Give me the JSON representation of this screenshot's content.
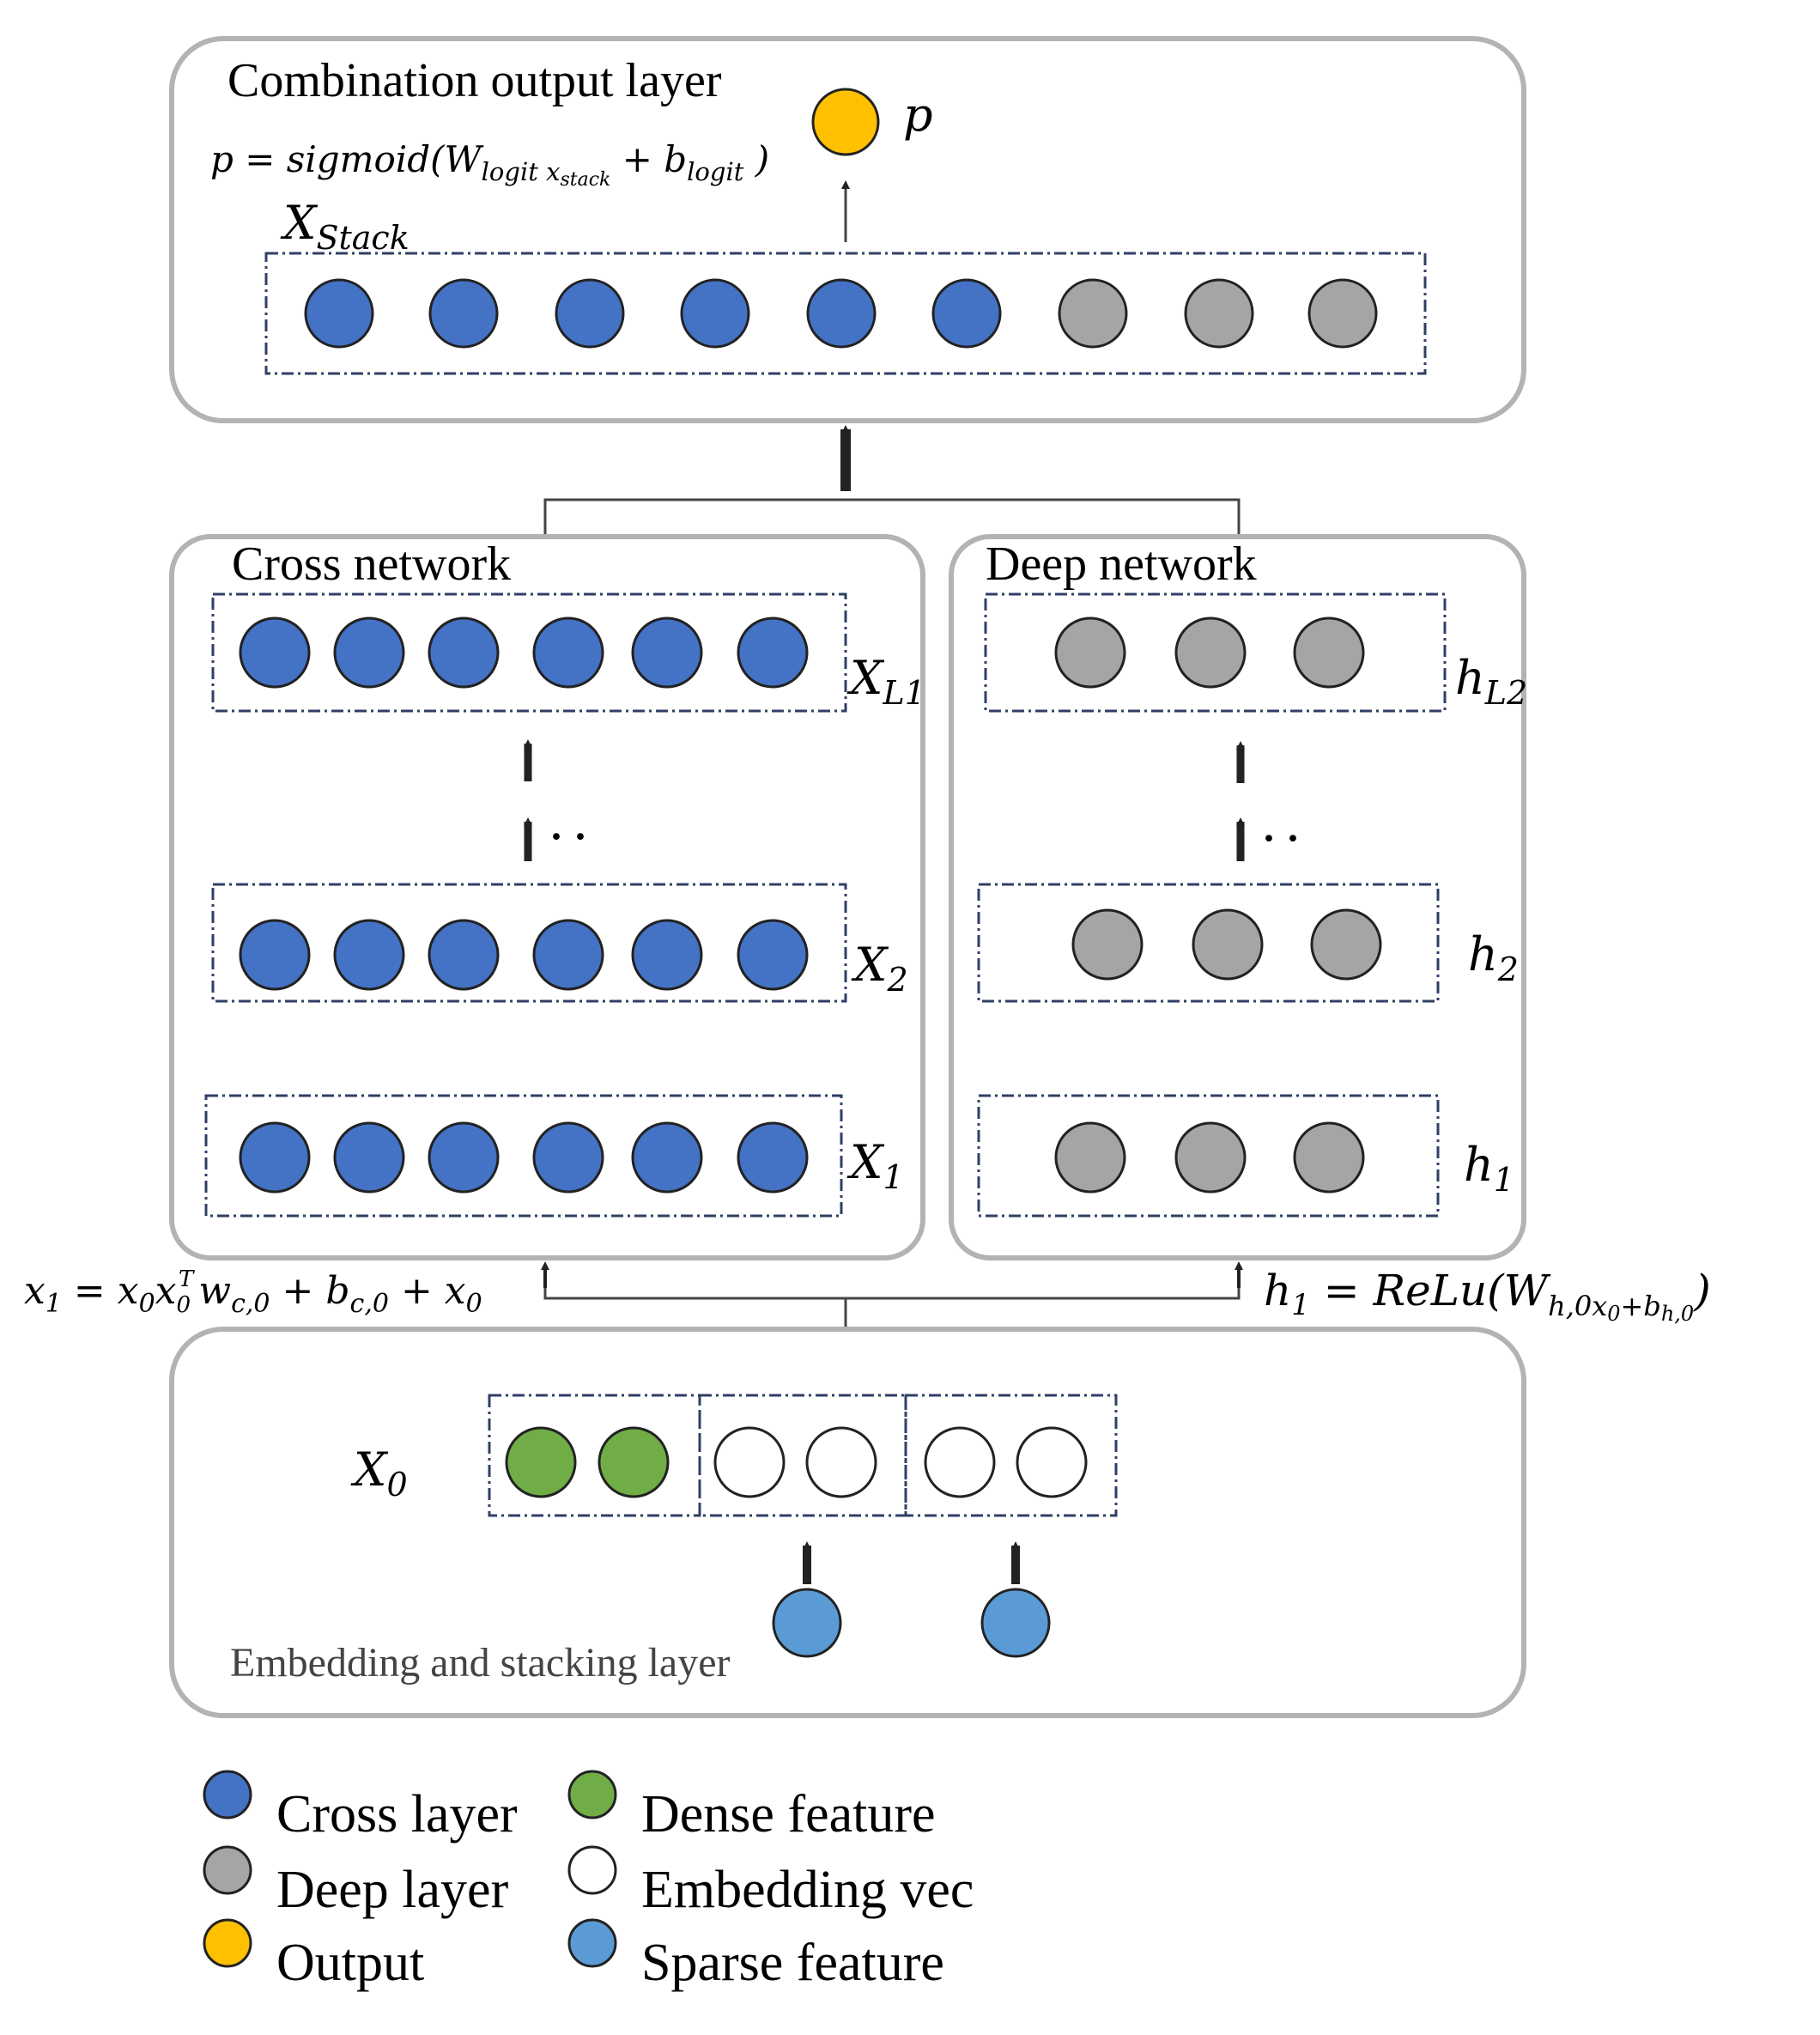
{
  "colors": {
    "cross": "#4472c4",
    "deep": "#a5a5a5",
    "output": "#ffc000",
    "dense": "#70ad47",
    "embedding": "#ffffff",
    "sparse": "#5b9bd5"
  },
  "combination": {
    "title": "Combination output layer",
    "output_label": "p",
    "formula": {
      "lhs": "p = sigmoid(W",
      "w_sub": "logit",
      "x_sub": " x",
      "x_sub2": "stack",
      "mid": " +  b",
      "b_sub": "logit",
      "close": " )"
    },
    "stack_label": {
      "base": "X",
      "sub": "Stack"
    },
    "stack_nodes": [
      "cross",
      "cross",
      "cross",
      "cross",
      "cross",
      "cross",
      "deep",
      "deep",
      "deep"
    ]
  },
  "cross_network": {
    "title": "Cross network",
    "layers": [
      {
        "base": "X",
        "sub": "L1",
        "nodes": 6
      },
      {
        "base": "X",
        "sub": "2",
        "nodes": 6
      },
      {
        "base": "X",
        "sub": "1",
        "nodes": 6
      }
    ],
    "formula": {
      "x1": "x",
      "x1_sub": "1",
      "eq": " = x",
      "x0_sub": "0",
      "x": "x",
      "x_sub": "0",
      "x_sup": "T",
      "w": "w",
      "w_sub": "c,0",
      "plus_b": " + b",
      "b_sub": "c,0",
      "plus_x": " + x",
      "x0b_sub": "0"
    }
  },
  "deep_network": {
    "title": "Deep network",
    "layers": [
      {
        "base": "h",
        "sub": "L2",
        "nodes": 3
      },
      {
        "base": "h",
        "sub": "2",
        "nodes": 3
      },
      {
        "base": "h",
        "sub": "1",
        "nodes": 3
      }
    ],
    "formula": {
      "h": "h",
      "h_sub": "1",
      "eq": " = ReLu(W",
      "w_sub": "h,0",
      "x": "x",
      "x_sub": "0",
      "plus_b": "+b",
      "b_sub": "h,0",
      "close": ")"
    }
  },
  "ellipsis": "· ·",
  "embedding_layer": {
    "title": "Embedding and stacking layer",
    "input_label": {
      "base": "X",
      "sub": "0"
    }
  },
  "legend": [
    {
      "label": "Cross layer",
      "color_key": "cross"
    },
    {
      "label": "Dense  feature",
      "color_key": "dense"
    },
    {
      "label": "Deep layer",
      "color_key": "deep"
    },
    {
      "label": "Embedding  vec",
      "color_key": "embedding"
    },
    {
      "label": "Output",
      "color_key": "output"
    },
    {
      "label": "Sparse  feature",
      "color_key": "sparse"
    }
  ]
}
